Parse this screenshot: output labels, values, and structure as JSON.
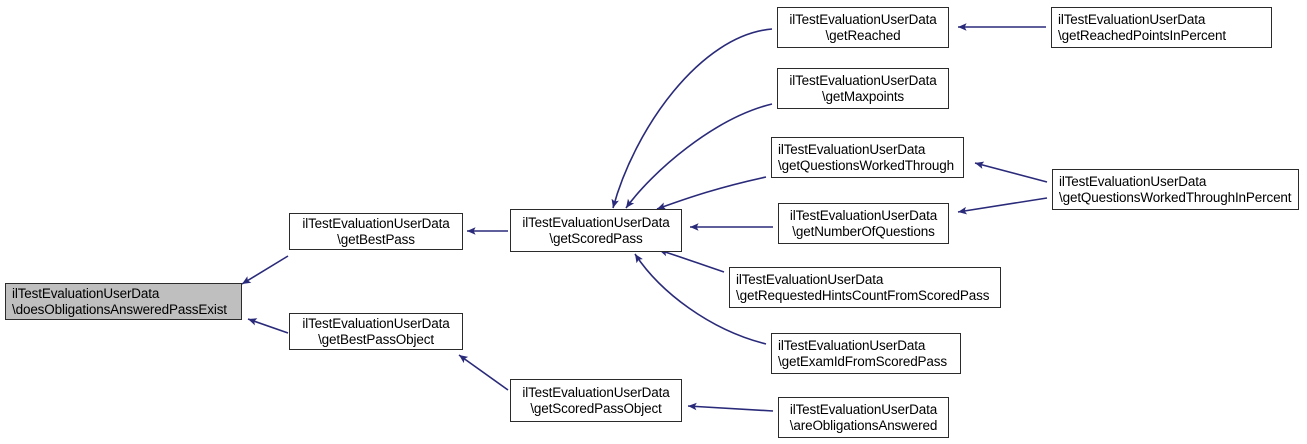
{
  "diagram": {
    "type": "caller-graph",
    "title": "ilTestEvaluationUserData::doesObligationsAnsweredPassExist caller graph",
    "edge_color": "#2a2a7a",
    "node_border_color": "#2b2b2b",
    "node_fill_color": "#ffffff",
    "highlight_fill_color": "#bfbfbf",
    "background_color": "#ffffff"
  },
  "nodes": [
    {
      "id": "doesObligationsAnsweredPassExist",
      "class_line": "ilTestEvaluationUserData",
      "method_line": "\\doesObligationsAnsweredPassExist",
      "highlighted": true,
      "align": "left"
    },
    {
      "id": "getBestPass",
      "class_line": "ilTestEvaluationUserData",
      "method_line": "\\getBestPass",
      "highlighted": false,
      "align": "center"
    },
    {
      "id": "getBestPassObject",
      "class_line": "ilTestEvaluationUserData",
      "method_line": "\\getBestPassObject",
      "highlighted": false,
      "align": "center"
    },
    {
      "id": "getScoredPass",
      "class_line": "ilTestEvaluationUserData",
      "method_line": "\\getScoredPass",
      "highlighted": false,
      "align": "center"
    },
    {
      "id": "getScoredPassObject",
      "class_line": "ilTestEvaluationUserData",
      "method_line": "\\getScoredPassObject",
      "highlighted": false,
      "align": "center"
    },
    {
      "id": "getReached",
      "class_line": "ilTestEvaluationUserData",
      "method_line": "\\getReached",
      "highlighted": false,
      "align": "center"
    },
    {
      "id": "getReachedPointsInPercent",
      "class_line": "ilTestEvaluationUserData",
      "method_line": "\\getReachedPointsInPercent",
      "highlighted": false,
      "align": "left"
    },
    {
      "id": "getMaxpoints",
      "class_line": "ilTestEvaluationUserData",
      "method_line": "\\getMaxpoints",
      "highlighted": false,
      "align": "center"
    },
    {
      "id": "getQuestionsWorkedThrough",
      "class_line": "ilTestEvaluationUserData",
      "method_line": "\\getQuestionsWorkedThrough",
      "highlighted": false,
      "align": "left"
    },
    {
      "id": "getQuestionsWorkedThroughInPercent",
      "class_line": "ilTestEvaluationUserData",
      "method_line": "\\getQuestionsWorkedThroughInPercent",
      "highlighted": false,
      "align": "left"
    },
    {
      "id": "getNumberOfQuestions",
      "class_line": "ilTestEvaluationUserData",
      "method_line": "\\getNumberOfQuestions",
      "highlighted": false,
      "align": "center"
    },
    {
      "id": "getRequestedHintsCountFromScoredPass",
      "class_line": "ilTestEvaluationUserData",
      "method_line": "\\getRequestedHintsCountFromScoredPass",
      "highlighted": false,
      "align": "left"
    },
    {
      "id": "getExamIdFromScoredPass",
      "class_line": "ilTestEvaluationUserData",
      "method_line": "\\getExamIdFromScoredPass",
      "highlighted": false,
      "align": "left"
    },
    {
      "id": "areObligationsAnswered",
      "class_line": "ilTestEvaluationUserData",
      "method_line": "\\areObligationsAnswered",
      "highlighted": false,
      "align": "center"
    }
  ],
  "edges": [
    {
      "from": "getBestPass",
      "to": "doesObligationsAnsweredPassExist"
    },
    {
      "from": "getBestPassObject",
      "to": "doesObligationsAnsweredPassExist"
    },
    {
      "from": "getScoredPass",
      "to": "getBestPass"
    },
    {
      "from": "getScoredPassObject",
      "to": "getBestPassObject"
    },
    {
      "from": "getReached",
      "to": "getScoredPass"
    },
    {
      "from": "getMaxpoints",
      "to": "getScoredPass"
    },
    {
      "from": "getQuestionsWorkedThrough",
      "to": "getScoredPass"
    },
    {
      "from": "getNumberOfQuestions",
      "to": "getScoredPass"
    },
    {
      "from": "getRequestedHintsCountFromScoredPass",
      "to": "getScoredPass"
    },
    {
      "from": "getExamIdFromScoredPass",
      "to": "getScoredPass"
    },
    {
      "from": "getReachedPointsInPercent",
      "to": "getReached"
    },
    {
      "from": "getQuestionsWorkedThroughInPercent",
      "to": "getQuestionsWorkedThrough"
    },
    {
      "from": "getQuestionsWorkedThroughInPercent",
      "to": "getNumberOfQuestions"
    },
    {
      "from": "areObligationsAnswered",
      "to": "getScoredPassObject"
    }
  ]
}
